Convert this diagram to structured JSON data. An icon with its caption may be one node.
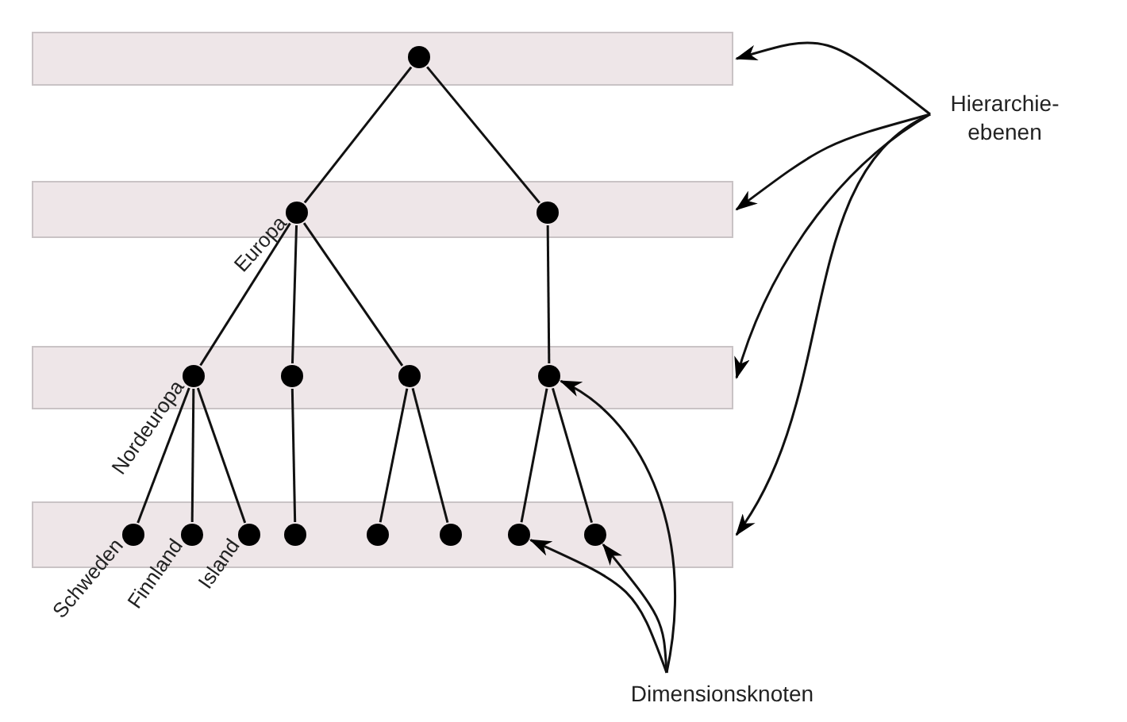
{
  "diagram": {
    "nodes": [
      {
        "text": [],
        "shape": "bar"
      },
      {
        "text": [],
        "shape": "circle",
        "in": 0
      },
      {
        "text": [],
        "shape": "bar"
      },
      {
        "text": [],
        "shape": "circle",
        "in": 2,
        "beside": [
          "Europa"
        ]
      },
      {
        "text": [],
        "shape": "circle",
        "in": 2
      },
      {
        "text": [],
        "shape": "bar"
      },
      {
        "text": [],
        "shape": "circle",
        "in": 5,
        "beside": [
          "Nordeuropa"
        ]
      },
      {
        "text": [],
        "shape": "circle",
        "in": 5
      },
      {
        "text": [],
        "shape": "circle",
        "in": 5
      },
      {
        "text": [],
        "shape": "circle",
        "in": 5
      },
      {
        "text": [],
        "shape": "bar"
      },
      {
        "text": [],
        "shape": "circle",
        "in": 10,
        "beside": [
          "Schweden"
        ]
      },
      {
        "text": [],
        "shape": "circle",
        "in": 10,
        "beside": [
          "Finnland"
        ]
      },
      {
        "text": [],
        "shape": "circle",
        "in": 10,
        "beside": [
          "Island"
        ]
      },
      {
        "text": [],
        "shape": "circle",
        "in": 10
      },
      {
        "text": [],
        "shape": "circle",
        "in": 10
      },
      {
        "text": [],
        "shape": "circle",
        "in": 10
      },
      {
        "text": [],
        "shape": "circle",
        "in": 10
      },
      {
        "text": [],
        "shape": "circle",
        "in": 10
      },
      {
        "text": [
          "Hierarchie-ebenen"
        ]
      },
      {
        "text": [
          "Dimensionsknoten"
        ]
      }
    ],
    "edges": [
      {
        "from": 1,
        "to": 3,
        "arrow": "none"
      },
      {
        "from": 1,
        "to": 4,
        "arrow": "none"
      },
      {
        "from": 3,
        "to": 6,
        "arrow": "none"
      },
      {
        "from": 3,
        "to": 7,
        "arrow": "none"
      },
      {
        "from": 3,
        "to": 8,
        "arrow": "none"
      },
      {
        "from": 4,
        "to": 9,
        "arrow": "none"
      },
      {
        "from": 6,
        "to": 11,
        "arrow": "none"
      },
      {
        "from": 6,
        "to": 12,
        "arrow": "none"
      },
      {
        "from": 6,
        "to": 13,
        "arrow": "none"
      },
      {
        "from": 7,
        "to": 14,
        "arrow": "none"
      },
      {
        "from": 8,
        "to": 15,
        "arrow": "none"
      },
      {
        "from": 8,
        "to": 16,
        "arrow": "none"
      },
      {
        "from": 9,
        "to": 17,
        "arrow": "none"
      },
      {
        "from": 9,
        "to": 18,
        "arrow": "none"
      },
      {
        "from": 19,
        "to": 0,
        "arrow": "to"
      },
      {
        "from": 19,
        "to": 2,
        "arrow": "to"
      },
      {
        "from": 19,
        "to": 5,
        "arrow": "to"
      },
      {
        "from": 19,
        "to": 10,
        "arrow": "to"
      },
      {
        "from": 20,
        "to": 9,
        "arrow": "to"
      },
      {
        "from": 20,
        "to": 17,
        "arrow": "to"
      },
      {
        "from": 20,
        "to": 18,
        "arrow": "to"
      }
    ]
  }
}
